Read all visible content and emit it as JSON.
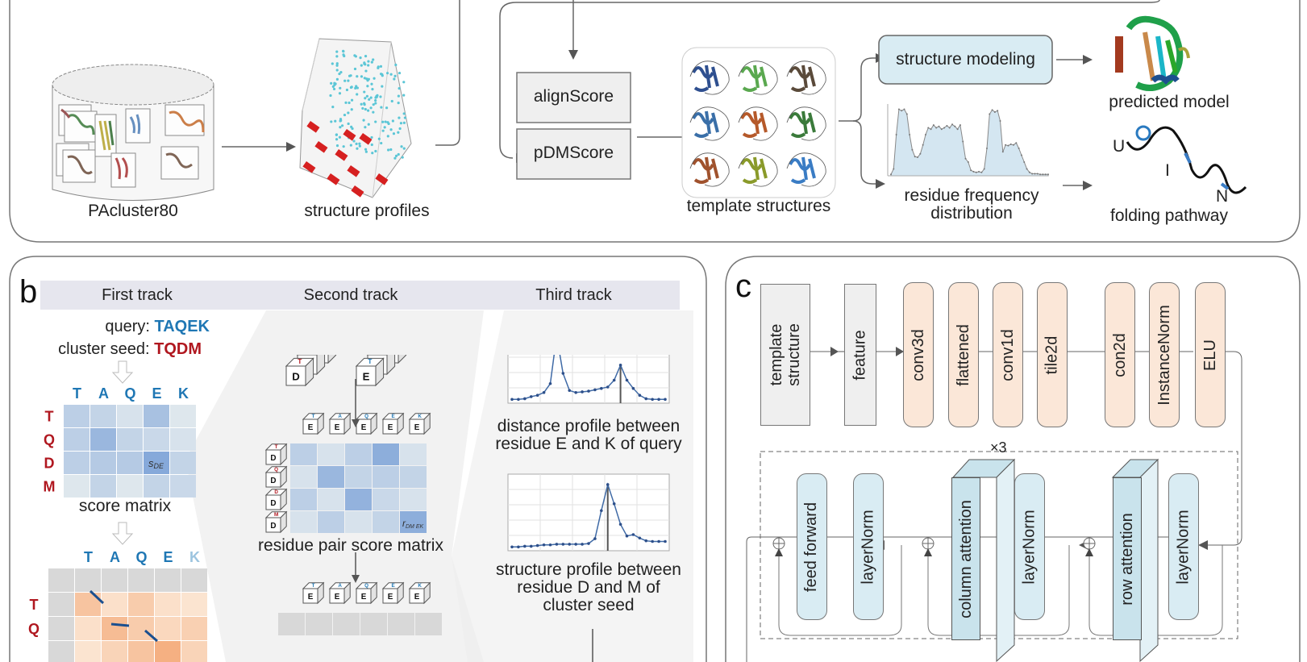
{
  "panel_a": {
    "database_label": "PAcluster80",
    "profiles_label": "structure profiles",
    "scores": [
      "alignScore",
      "pDMScore"
    ],
    "templates_label": "template structures",
    "modeling_label": "structure modeling",
    "predicted_label": "predicted model",
    "freq_label_line1": "residue frequency",
    "freq_label_line2": "distribution",
    "pathway_label": "folding pathway",
    "pathway_states": [
      "U",
      "I",
      "N"
    ],
    "colors": {
      "score_box": "#efefef",
      "modeling_box": "#d9ecf3",
      "freq_fill": "#d4e6f1",
      "profile_red": "#d62020",
      "profile_cyan": "#5bc6d6"
    }
  },
  "panel_b": {
    "letter": "b",
    "tracks": [
      "First track",
      "Second track",
      "Third track"
    ],
    "query_label": "query:",
    "query_seq": "TAQEK",
    "seed_label": "cluster seed:",
    "seed_seq": "TQDM",
    "query_letters": [
      "T",
      "A",
      "Q",
      "E",
      "K"
    ],
    "seed_letters": [
      "T",
      "Q",
      "D",
      "M"
    ],
    "score_matrix_label": "score matrix",
    "score_cell_label": "s",
    "score_cell_sub": "DE",
    "score_matrix": [
      [
        0.35,
        0.3,
        0.15,
        0.5,
        0.1
      ],
      [
        0.35,
        0.6,
        0.3,
        0.25,
        0.15
      ],
      [
        0.35,
        0.4,
        0.4,
        0.75,
        0.3
      ],
      [
        0.1,
        0.3,
        0.1,
        0.3,
        0.25
      ]
    ],
    "cube_seed_face": "D",
    "cube_query_face": "E",
    "pair_matrix_label": "residue pair score matrix",
    "pair_cell_label": "r",
    "pair_cell_sub": "DM EK",
    "pair_matrix": [
      [
        0.35,
        0.15,
        0.35,
        0.7,
        0.15
      ],
      [
        0.15,
        0.6,
        0.3,
        0.35,
        0.3
      ],
      [
        0.35,
        0.15,
        0.65,
        0.25,
        0.15
      ],
      [
        0.15,
        0.35,
        0.15,
        0.3,
        0.7
      ]
    ],
    "align_matrix_rows_visible": [
      "T",
      "Q"
    ],
    "distance_profile_label_line1": "distance profile between",
    "distance_profile_label_line2": "residue E and K of query",
    "structure_profile_label_line1": "structure profile between",
    "structure_profile_label_line2": "residue D and M of",
    "structure_profile_label_line3": "cluster seed",
    "colors": {
      "query": "#1f77b4",
      "seed": "#b0171f",
      "arrow": "#1a4f8f"
    }
  },
  "panel_c": {
    "letter": "c",
    "input_blocks": [
      "template\nstructure",
      "feature"
    ],
    "top_layers": [
      "conv3d",
      "flattened",
      "conv1d",
      "tile2d",
      "con2d",
      "InstanceNorm",
      "ELU"
    ],
    "repeat_label": "×3",
    "block_layers": [
      "feed forward",
      "layerNorm",
      "column attention",
      "layerNorm",
      "row attention",
      "layerNorm"
    ],
    "colors": {
      "layer_orange": "#fbe7d8",
      "layer_blue": "#d9ecf3",
      "input_gray": "#efefef"
    }
  },
  "chart_data": [
    {
      "type": "area",
      "title": "residue frequency distribution",
      "xlabel": "",
      "ylabel": "",
      "x": [
        0,
        1,
        2,
        3,
        4,
        5,
        6,
        7,
        8,
        9,
        10,
        11,
        12,
        13,
        14,
        15,
        16,
        17,
        18,
        19,
        20,
        21,
        22,
        23,
        24,
        25,
        26,
        27,
        28,
        29,
        30,
        31,
        32,
        33,
        34,
        35,
        36,
        37,
        38,
        39,
        40,
        41,
        42,
        43,
        44,
        45,
        46,
        47,
        48,
        49,
        50,
        51,
        52,
        53,
        54,
        55,
        56,
        57,
        58,
        59
      ],
      "values": [
        0.02,
        0.1,
        0.6,
        0.97,
        0.95,
        0.97,
        0.9,
        0.6,
        0.38,
        0.28,
        0.27,
        0.32,
        0.45,
        0.6,
        0.7,
        0.68,
        0.74,
        0.7,
        0.72,
        0.68,
        0.7,
        0.73,
        0.7,
        0.75,
        0.72,
        0.68,
        0.74,
        0.5,
        0.25,
        0.2,
        0.08,
        0.06,
        0.05,
        0.06,
        0.05,
        0.1,
        0.4,
        0.9,
        0.96,
        0.93,
        0.95,
        0.8,
        0.35,
        0.45,
        0.44,
        0.46,
        0.45,
        0.48,
        0.4,
        0.3,
        0.2,
        0.1,
        0.05,
        0.03,
        0.03,
        0.03,
        0.02,
        0.02,
        0.02,
        0.02
      ],
      "ylim": [
        0,
        1
      ],
      "grid": false
    },
    {
      "type": "line",
      "title": "distance profile between residue E and K of query",
      "x": [
        0,
        1,
        2,
        3,
        4,
        5,
        6,
        7,
        8,
        9,
        10,
        11,
        12,
        13,
        14,
        15,
        16,
        17,
        18,
        19,
        20,
        21,
        22,
        23,
        24
      ],
      "values": [
        0.02,
        0.02,
        0.03,
        0.06,
        0.08,
        0.12,
        0.25,
        0.95,
        0.4,
        0.15,
        0.12,
        0.13,
        0.14,
        0.16,
        0.18,
        0.2,
        0.3,
        0.52,
        0.3,
        0.18,
        0.08,
        0.03,
        0.02,
        0.02,
        0.02
      ],
      "marker_index": 17,
      "ylim": [
        0,
        1
      ],
      "grid": true
    },
    {
      "type": "line",
      "title": "structure profile between residue D and M of cluster seed",
      "x": [
        0,
        1,
        2,
        3,
        4,
        5,
        6,
        7,
        8,
        9,
        10,
        11,
        12,
        13,
        14,
        15,
        16,
        17,
        18,
        19,
        20,
        21,
        22,
        23,
        24
      ],
      "values": [
        0.02,
        0.02,
        0.03,
        0.03,
        0.04,
        0.05,
        0.05,
        0.06,
        0.06,
        0.06,
        0.06,
        0.06,
        0.07,
        0.14,
        0.55,
        0.93,
        0.65,
        0.35,
        0.18,
        0.2,
        0.15,
        0.11,
        0.1,
        0.1,
        0.1
      ],
      "marker_index": 15,
      "ylim": [
        0,
        1
      ],
      "grid": true
    }
  ]
}
